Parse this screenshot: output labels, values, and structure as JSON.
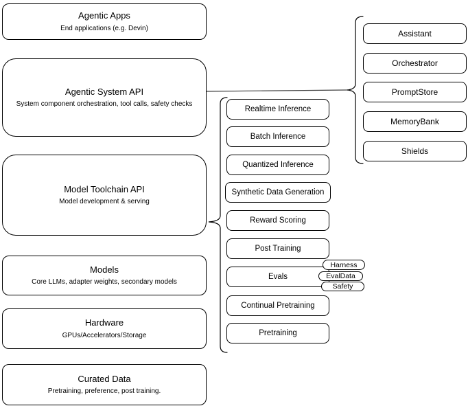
{
  "diagram": {
    "colors": {
      "stroke": "#000000",
      "connector": "#3d3d3d",
      "background": "#ffffff",
      "text": "#000000"
    },
    "left_stack": [
      {
        "title": "Agentic Apps",
        "subtitle": "End applications (e.g. Devin)"
      },
      {
        "title": "Agentic System API",
        "subtitle": "System component orchestration, tool calls, safety checks"
      },
      {
        "title": "Model Toolchain API",
        "subtitle": "Model development & serving"
      },
      {
        "title": "Models",
        "subtitle": "Core LLMs, adapter weights, secondary models"
      },
      {
        "title": "Hardware",
        "subtitle": "GPUs/Accelerators/Storage"
      },
      {
        "title": "Curated Data",
        "subtitle": "Pretraining, preference, post training."
      }
    ],
    "toolchain_group": {
      "items": [
        {
          "label": "Realtime Inference"
        },
        {
          "label": "Batch Inference"
        },
        {
          "label": "Quantized Inference"
        },
        {
          "label": "Synthetic Data Generation"
        },
        {
          "label": "Reward Scoring"
        },
        {
          "label": "Post Training"
        },
        {
          "label": "Evals"
        },
        {
          "label": "Continual Pretraining"
        },
        {
          "label": "Pretraining"
        }
      ],
      "evals_tags": [
        {
          "label": "Harness"
        },
        {
          "label": "EvalData"
        },
        {
          "label": "Safety"
        }
      ]
    },
    "system_group": {
      "items": [
        {
          "label": "Assistant"
        },
        {
          "label": "Orchestrator"
        },
        {
          "label": "PromptStore"
        },
        {
          "label": "MemoryBank"
        },
        {
          "label": "Shields"
        }
      ]
    }
  }
}
